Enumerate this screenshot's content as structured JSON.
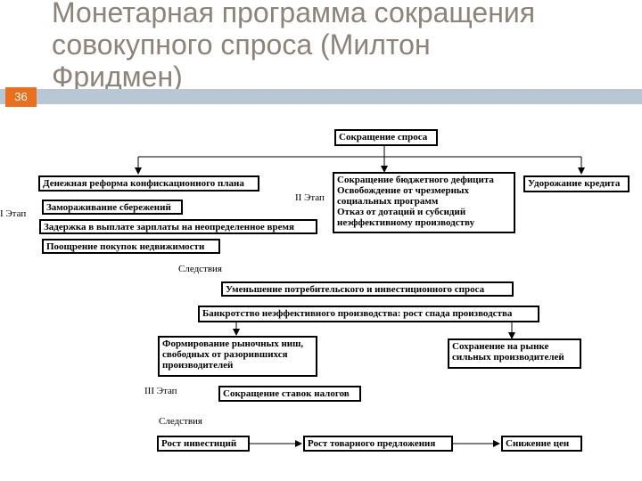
{
  "slide": {
    "number": "36",
    "title_lines": [
      "Монетарная программа сокращения",
      "совокупного спроса (Милтон",
      "Фридмен)"
    ]
  },
  "diagram": {
    "top": "Сокращение спроса",
    "stage1": {
      "label": "I Этап",
      "items": [
        "Денежная реформа конфискационного плана",
        "Замораживание сбережений",
        "Задержка в выплате зарплаты на неопределенное время",
        "Поощрение покупок недвижимости"
      ]
    },
    "stage2": {
      "label": "II Этап",
      "lines": [
        "Сокращение бюджетного дефицита",
        "Освобождение от чрезмерных",
        "социальных программ",
        "Отказ от дотаций и субсидий",
        "неэффективному производству"
      ]
    },
    "credit": "Удорожание кредита",
    "consequences1": "Следствия",
    "reduce_demand": "Уменьшение потребительского и инвестиционного спроса",
    "bankruptcy": "Банкротство неэффективного производства: рост спада производства",
    "niches_lines": [
      "Формирование рыночных ниш,",
      "свободных от разорившихся",
      "производителей"
    ],
    "strong_lines": [
      "Сохранение на рынке",
      "сильных производителей"
    ],
    "stage3": {
      "label": "III Этап",
      "item": "Сокращение ставок налогов"
    },
    "consequences2": "Следствия",
    "final_chain": [
      "Рост инвестиций",
      "Рост товарного предложения",
      "Снижение цен"
    ]
  }
}
